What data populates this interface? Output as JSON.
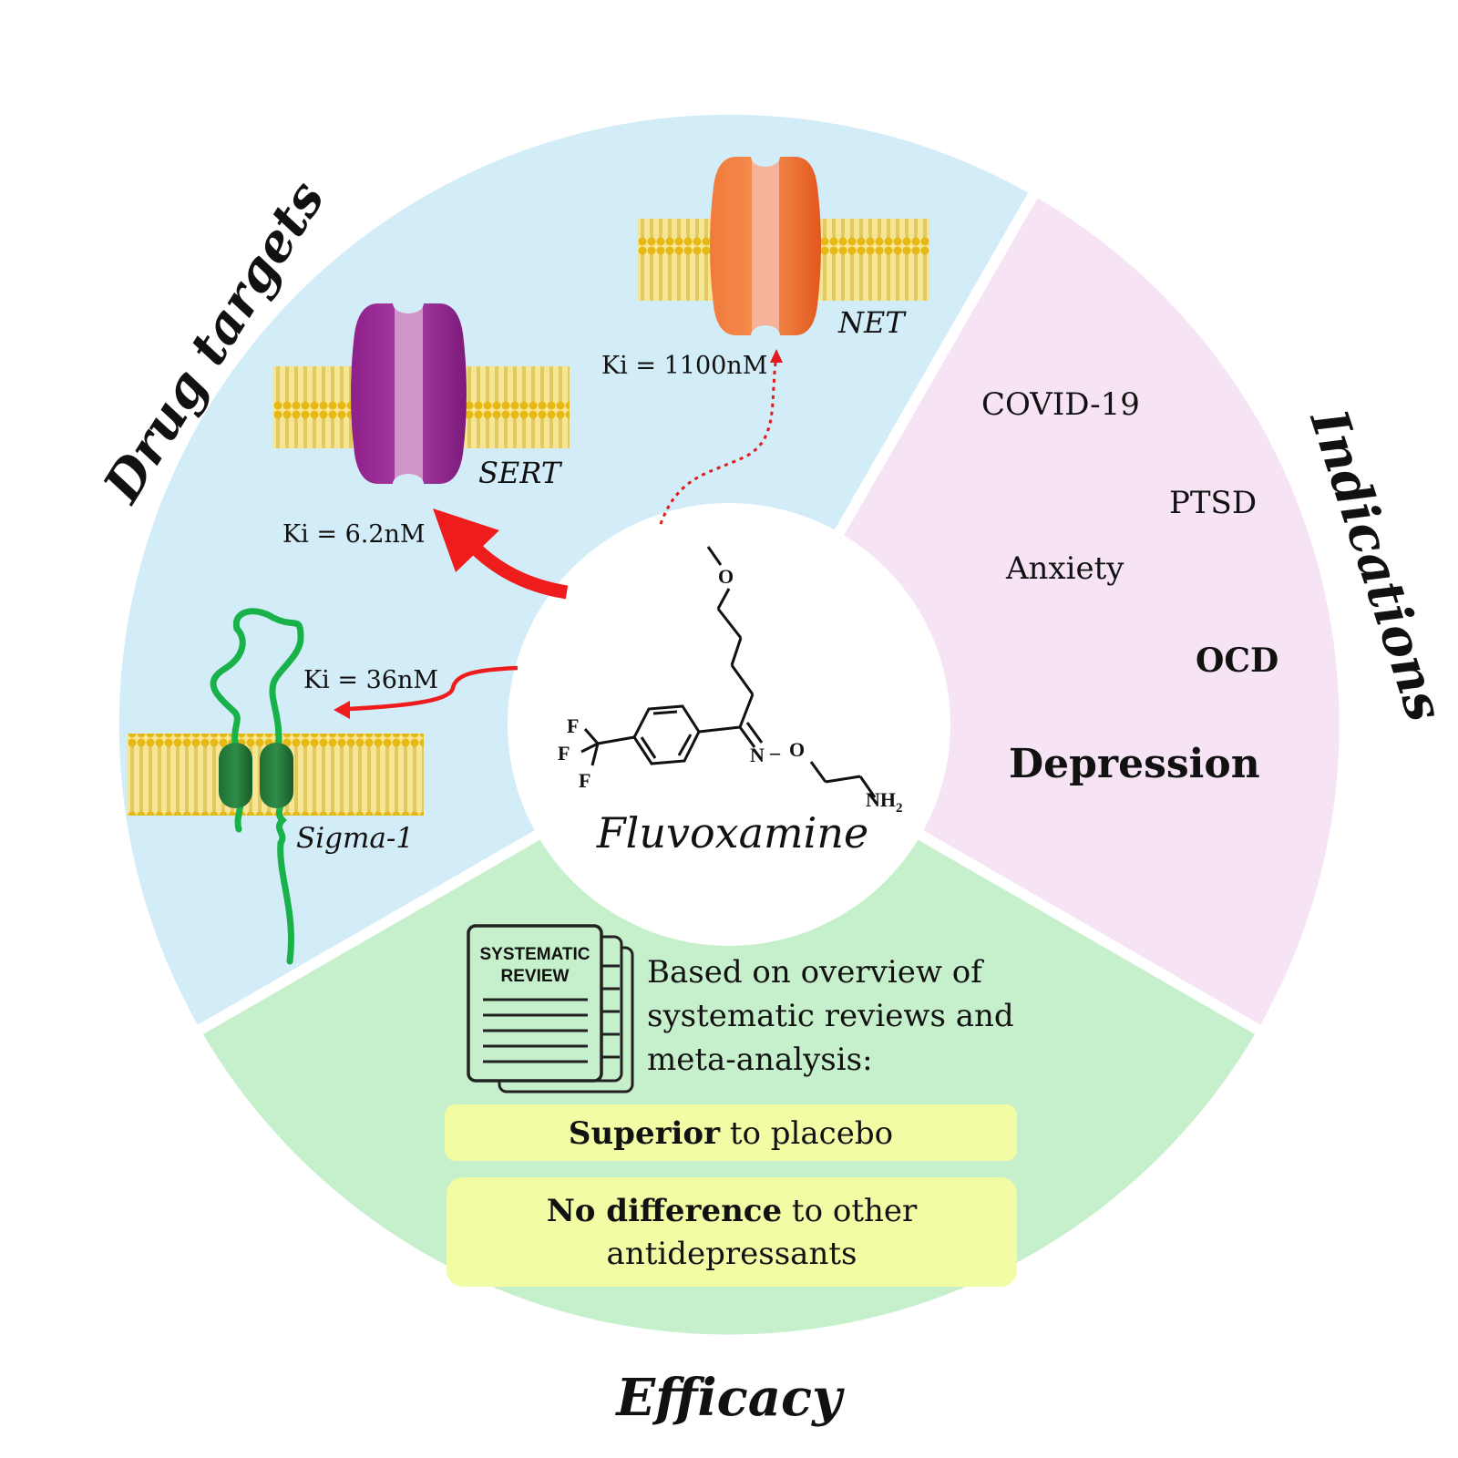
{
  "sections": {
    "drug_targets": "Drug targets",
    "indications": "Indications",
    "efficacy": "Efficacy"
  },
  "center": {
    "drug_name": "Fluvoxamine",
    "atoms": {
      "o_top": "O",
      "f1": "F",
      "f2": "F",
      "f3": "F",
      "n": "N",
      "dash": "–",
      "o2": "O",
      "nh2": "NH",
      "sub2": "2"
    }
  },
  "targets": {
    "sert": {
      "label": "SERT",
      "ki": "Ki = 6.2nM"
    },
    "net": {
      "label": "NET",
      "ki": "Ki = 1100nM"
    },
    "sigma": {
      "label": "Sigma-1",
      "ki": "Ki = 36nM"
    }
  },
  "indications": [
    "COVID-19",
    "PTSD",
    "Anxiety",
    "OCD",
    "Depression"
  ],
  "efficacy": {
    "doc_title_line1": "SYSTEMATIC",
    "doc_title_line2": "REVIEW",
    "basis_line1": "Based on overview of",
    "basis_line2": "systematic reviews and",
    "basis_line3": "meta-analysis:",
    "result1_bold": "Superior",
    "result1_rest": " to placebo",
    "result2_bold": "No difference",
    "result2_rest": " to other",
    "result2_line2": "antidepressants"
  },
  "colors": {
    "drug_targets_bg": "#d2ecf8",
    "indications_bg": "#f6e4f5",
    "efficacy_bg": "#c6f0cb",
    "result_box": "#f2fca4",
    "membrane": "#f2d96e",
    "sert": "#9b2a97",
    "net": "#ee6a2e",
    "sigma": "#1d7a3a",
    "arrow": "#ee1c1c"
  }
}
